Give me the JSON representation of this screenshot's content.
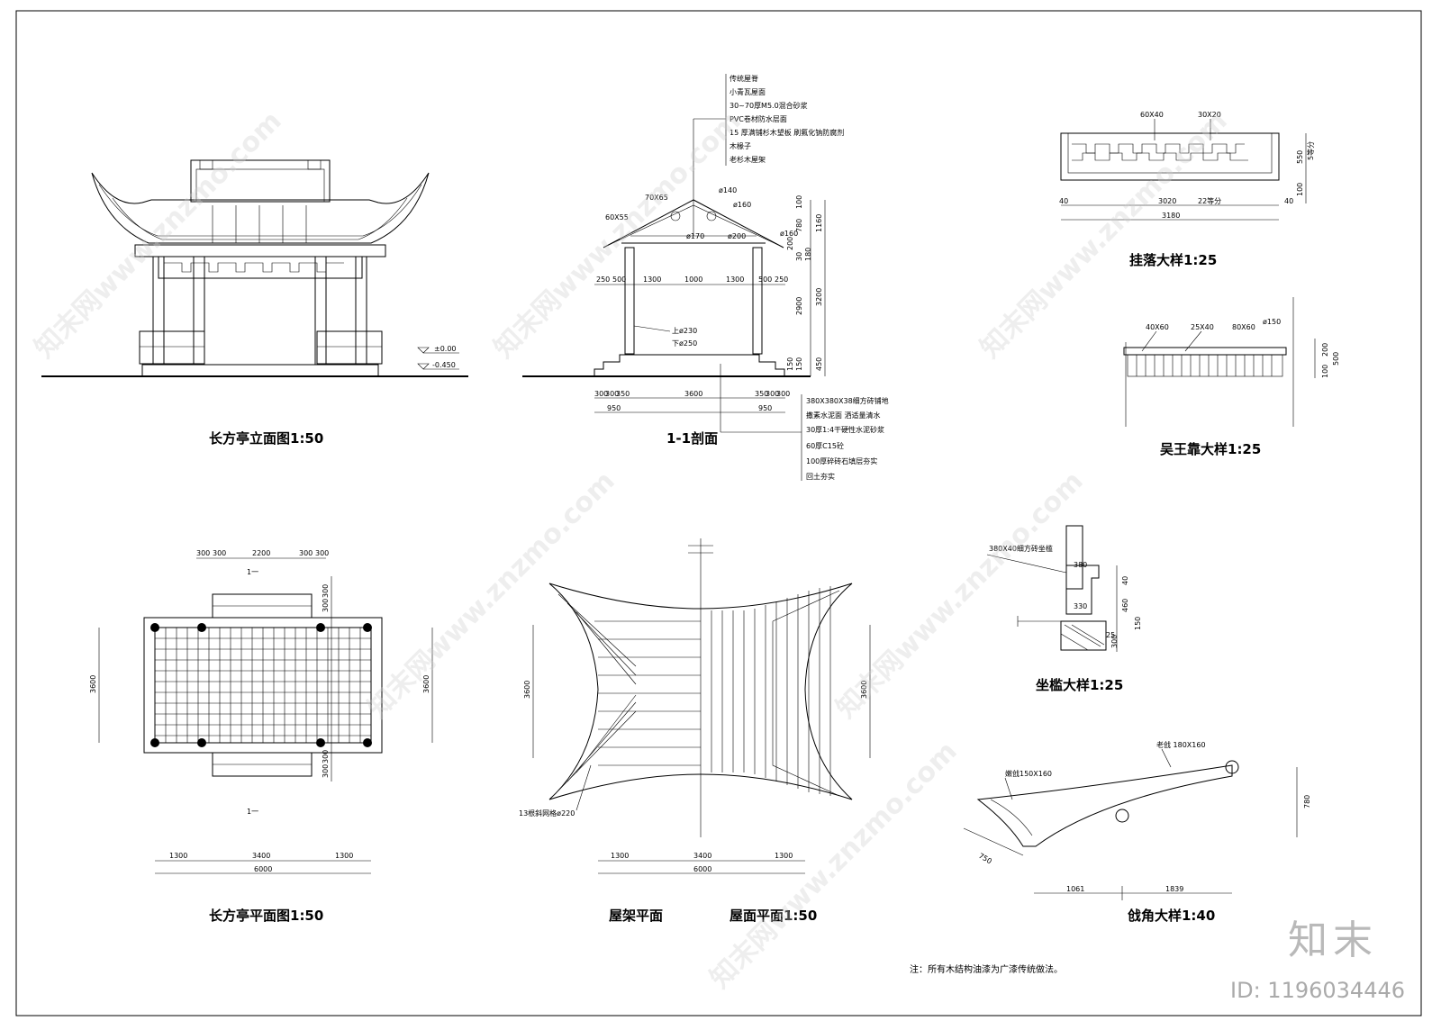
{
  "titles": {
    "elevation": "长方亭立面图1:50",
    "section": "1-1剖面",
    "gualuo": "挂落大样1:25",
    "wuwangkao": "吴王靠大样1:25",
    "plan": "长方亭平面图1:50",
    "roof_frame": "屋架平面",
    "roof_plan": "屋面平面1:50",
    "zuokan": "坐槛大样1:25",
    "qiangjiao": "戗角大样1:40"
  },
  "roof_layers": [
    "传统屋脊",
    "小青瓦屋面",
    "30~70厚M5.0混合砂浆",
    "PVC卷材防水层面",
    "15 厚满铺杉木望板  刷氟化钠防腐剂",
    "木椽子",
    "老杉木屋架"
  ],
  "floor_layers": [
    "380X380X38细方砖铺地",
    "撒素水泥面  洒适量清水",
    "30厚1:4干硬性水泥砂浆",
    "60厚C15砼",
    "100厚碎砖石填层夯实",
    "回土夯实"
  ],
  "elevation": {
    "lvl1": "±0.00",
    "lvl2": "-0.450"
  },
  "section": {
    "d_70x65": "70X65",
    "d_60x55": "60X55",
    "d_140": "ø140",
    "d_160a": "ø160",
    "d_160b": "ø160",
    "d_170": "ø170",
    "d_200": "ø200",
    "top_dims": [
      "250",
      "500",
      "1300",
      "1000",
      "1300",
      "500",
      "250"
    ],
    "col_top": "上ø230",
    "col_bot": "下ø250",
    "bottom_dims": [
      "300",
      "300",
      "350",
      "3600",
      "350",
      "300",
      "300"
    ],
    "bottom2": [
      "950",
      "950"
    ],
    "right_dims": [
      "100",
      "780",
      "1160",
      "200",
      "30",
      "180",
      "2900",
      "3200",
      "150",
      "150",
      "450"
    ]
  },
  "gualuo": {
    "a": "60X40",
    "b": "30X20",
    "c": "22等分",
    "w1": "40",
    "w2": "3020",
    "w3": "40",
    "total": "3180",
    "h1": "550",
    "h2": "5等分",
    "h3": "100"
  },
  "wuwangkao": {
    "a": "40X60",
    "b": "25X40",
    "c": "80X60",
    "d": "ø150",
    "h1": "200",
    "h2": "500",
    "h3": "100"
  },
  "plan": {
    "top_dims": [
      "300",
      "300",
      "2200",
      "300",
      "300"
    ],
    "cut_top": "1一",
    "cut_bot": "1一",
    "side": "3600",
    "side2": "3600",
    "bot": [
      "1300",
      "3400",
      "1300"
    ],
    "total": "6000",
    "hv1": "300",
    "hv2": "300",
    "hv3": "300",
    "hv4": "300"
  },
  "roof": {
    "side_l": "3600",
    "side_r": "3600",
    "bot": [
      "1300",
      "3400",
      "1300"
    ],
    "total": "6000",
    "note": "13根斜网格ø220"
  },
  "zuokan": {
    "label": "380X40细方砖坐槛",
    "d1": "380",
    "d2": "330",
    "d3": "460",
    "d4": "150",
    "d5": "300",
    "d6": "25",
    "d7": "40"
  },
  "qiangjiao": {
    "a": "老戗 180X160",
    "b": "嫩戗150X160",
    "c": "750",
    "d": "780",
    "e": "1061",
    "f": "1839"
  },
  "footnote": "注：所有木结构油漆为广漆传统做法。",
  "watermark": "知末网www.znzmo.com",
  "brand": "知末",
  "id": "ID: 1196034446"
}
